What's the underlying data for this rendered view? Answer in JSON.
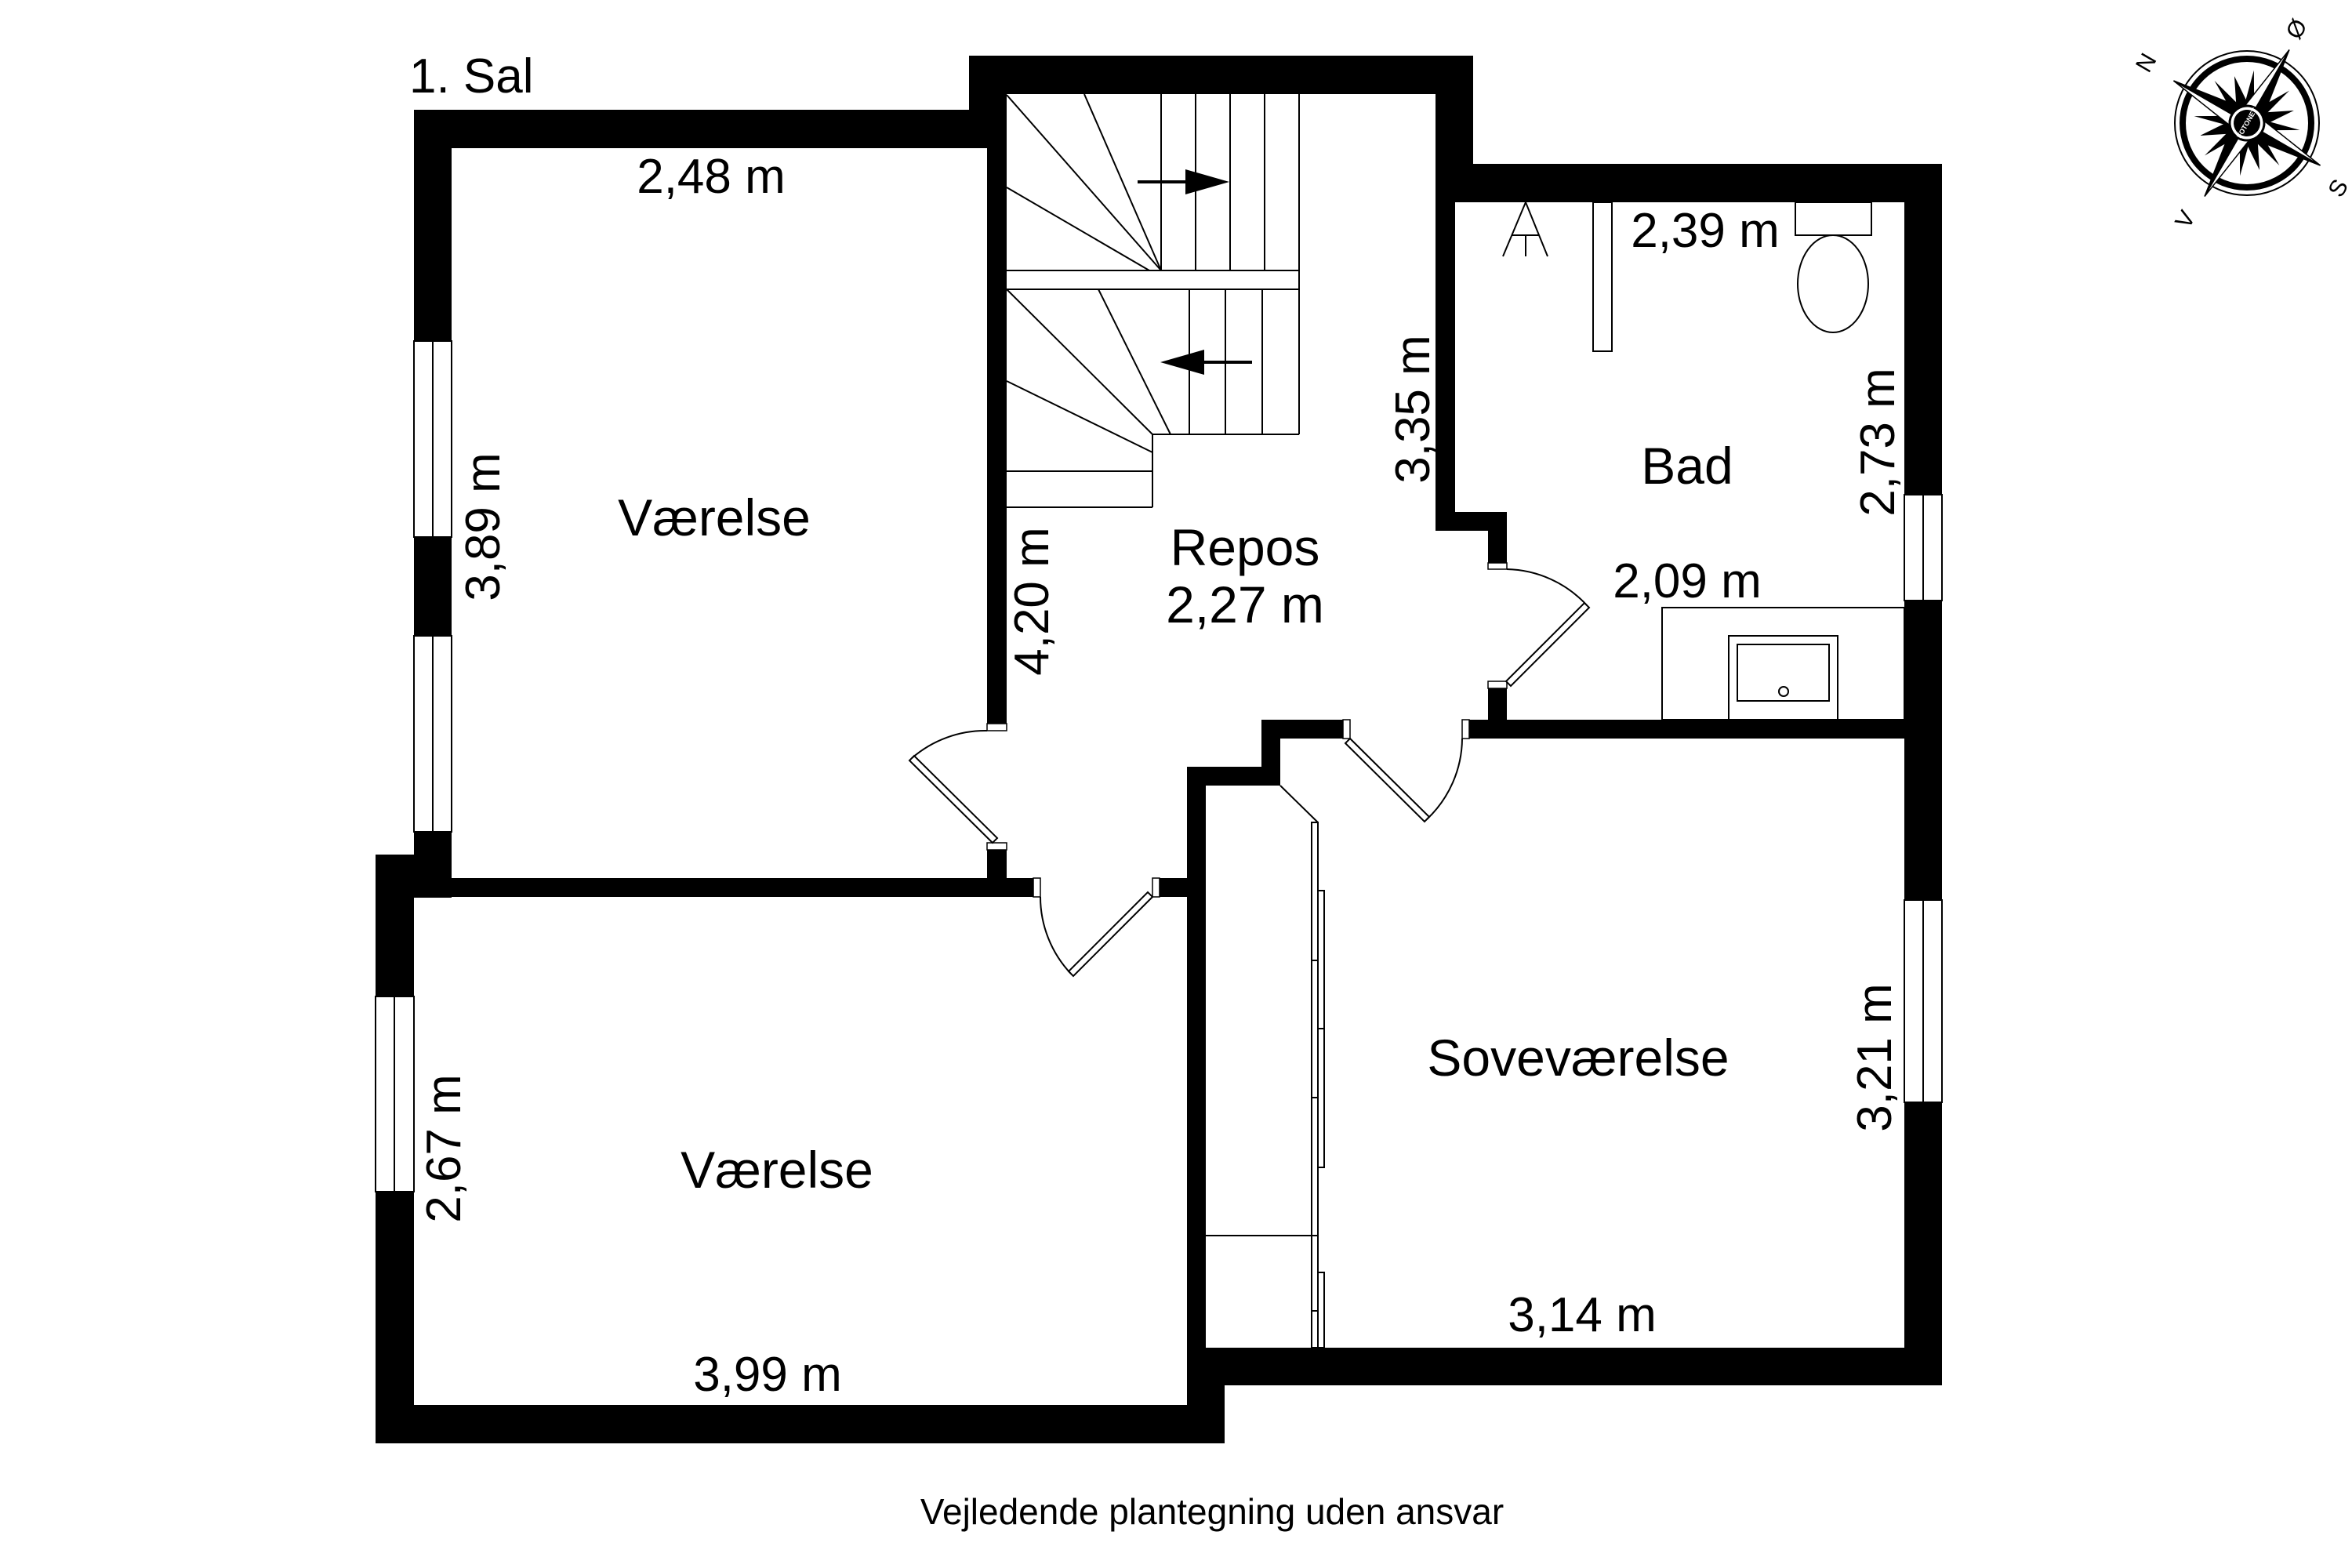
{
  "plan": {
    "floor_label": "1. Sal",
    "caption": "Vejledende plantegning uden ansvar",
    "rooms": {
      "vaerelse_upper": {
        "name": "Værelse",
        "width_dim": "2,48 m",
        "height_dim": "3,89 m"
      },
      "vaerelse_lower": {
        "name": "Værelse",
        "width_dim": "3,99 m",
        "height_dim": "2,67 m"
      },
      "repos": {
        "name": "Repos",
        "area_dim": "2,27 m",
        "height_dim": "4,20 m",
        "stair_dim": "3,35 m"
      },
      "bad": {
        "name": "Bad",
        "width_dim": "2,39 m",
        "lower_width_dim": "2,09 m",
        "height_dim": "2,73 m"
      },
      "sovevaerelse": {
        "name": "Soveværelse",
        "width_dim": "3,14 m",
        "height_dim": "3,21 m"
      }
    },
    "stairs": {
      "upper_arrow": "right-arrow",
      "lower_arrow": "left-arrow"
    },
    "compass": {
      "north": "N",
      "east": "Ø",
      "south": "S",
      "west": "V",
      "brand": "FOTONET",
      "brand_accent_color": "#d0021b"
    },
    "colors": {
      "wall": "#000000",
      "background": "#ffffff"
    }
  }
}
